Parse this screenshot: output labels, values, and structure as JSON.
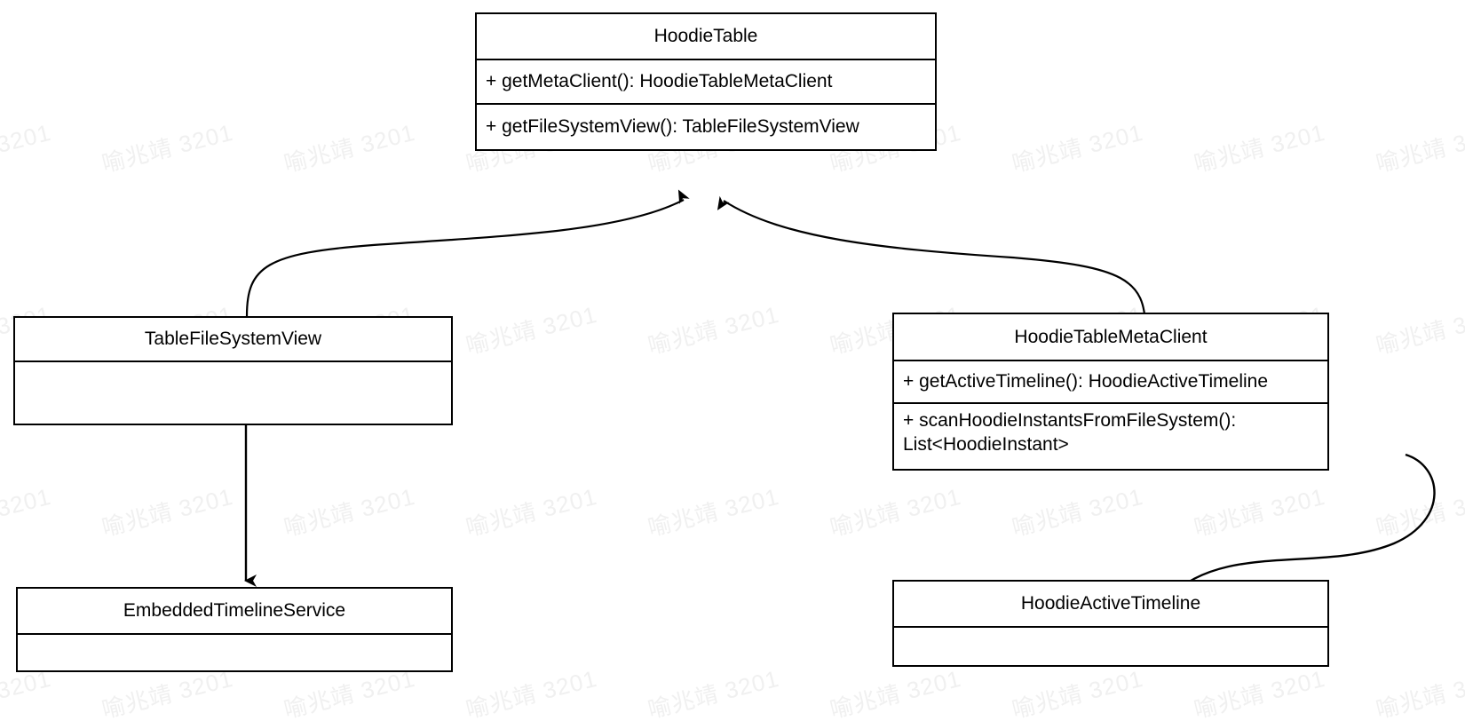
{
  "diagram": {
    "kind": "uml-class-diagram",
    "background": "#ffffff",
    "line_color": "#000000",
    "text_color": "#000000",
    "watermark": {
      "text": "喻兆靖 3201",
      "color": "#f0f0f0",
      "rotation_deg": -14
    }
  },
  "classes": [
    {
      "id": "hoodie-table",
      "name": "HoodieTable",
      "members": [
        "+ getMetaClient(): HoodieTableMetaClient",
        "+ getFileSystemView(): TableFileSystemView"
      ]
    },
    {
      "id": "table-file-system-view",
      "name": "TableFileSystemView",
      "members": [
        ""
      ]
    },
    {
      "id": "hoodie-table-meta-client",
      "name": "HoodieTableMetaClient",
      "members": [
        "+ getActiveTimeline(): HoodieActiveTimeline",
        "+ scanHoodieInstantsFromFileSystem():\nList<HoodieInstant>"
      ]
    },
    {
      "id": "embedded-timeline-service",
      "name": "EmbeddedTimelineService",
      "members": [
        ""
      ]
    },
    {
      "id": "hoodie-active-timeline",
      "name": "HoodieActiveTimeline",
      "members": [
        ""
      ]
    }
  ],
  "edges": [
    {
      "id": "edge-tfsv-to-hoodietable",
      "from": "table-file-system-view",
      "to": "hoodie-table",
      "arrow": "open"
    },
    {
      "id": "edge-htmc-to-hoodietable",
      "from": "hoodie-table-meta-client",
      "to": "hoodie-table",
      "arrow": "open"
    },
    {
      "id": "edge-tfsv-to-ets",
      "from": "table-file-system-view",
      "to": "embedded-timeline-service",
      "arrow": "filled"
    },
    {
      "id": "edge-htmc-to-hat",
      "from": "hoodie-table-meta-client",
      "to": "hoodie-active-timeline",
      "arrow": "filled"
    }
  ]
}
